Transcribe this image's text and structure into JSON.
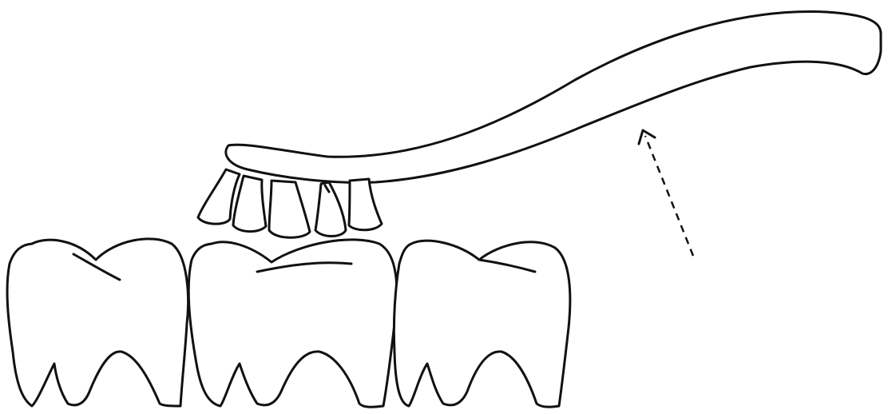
{
  "diagram": {
    "subject": "toothbrush-on-molars",
    "colors": {
      "stroke": "#111111",
      "fill": "#ffffff",
      "background": "#ffffff"
    },
    "parts": {
      "toothbrush": {
        "handle_icon": "toothbrush-handle",
        "bristle_tuft_count": 5
      },
      "teeth": {
        "molar_count": 3
      },
      "arrow": {
        "style": "dashed",
        "direction": "up-left"
      }
    }
  }
}
